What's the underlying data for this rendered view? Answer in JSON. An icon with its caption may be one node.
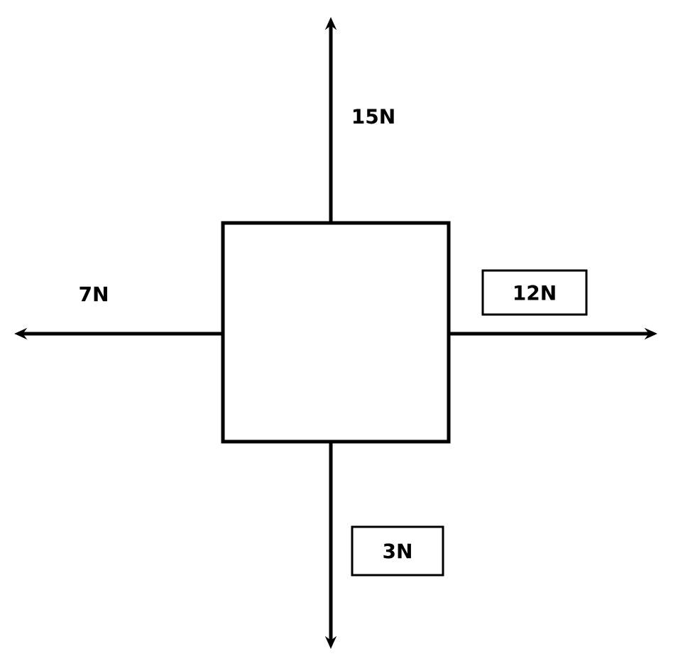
{
  "diagram": {
    "nodes": [
      {
        "text": [],
        "shape": "box"
      },
      {
        "text": [
          "12N"
        ]
      },
      {
        "text": [
          "3N"
        ]
      }
    ],
    "labels": [
      "15N",
      "7N"
    ]
  }
}
